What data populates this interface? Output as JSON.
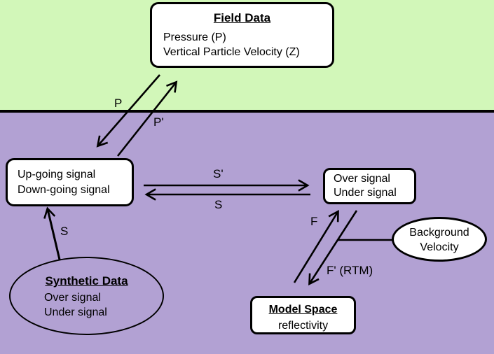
{
  "colors": {
    "sky_green": "#d2f7b9",
    "subsurface_purple": "#b2a1d3",
    "line_black": "#000000",
    "node_fill_white": "#ffffff"
  },
  "nodes": {
    "field_data": {
      "title": "Field Data",
      "lines": [
        "Pressure (P)",
        "Vertical Particle Velocity (Z)"
      ]
    },
    "updown_signal": {
      "lines": [
        "Up-going signal",
        "Down-going signal"
      ]
    },
    "overunder_signal": {
      "lines": [
        "Over signal",
        "Under signal"
      ]
    },
    "model_space": {
      "title": "Model Space",
      "lines": [
        "reflectivity"
      ]
    },
    "background_velocity": {
      "lines": [
        "Background",
        "Velocity"
      ]
    },
    "synthetic_data": {
      "title": "Synthetic Data",
      "lines": [
        "Over signal",
        "Under signal"
      ]
    }
  },
  "arrow_labels": {
    "p": "P",
    "p_prime": "P'",
    "s_prime": "S'",
    "s_mid": "S",
    "f": "F",
    "f_prime_rtm": "F' (RTM)",
    "s_synthetic": "S"
  }
}
